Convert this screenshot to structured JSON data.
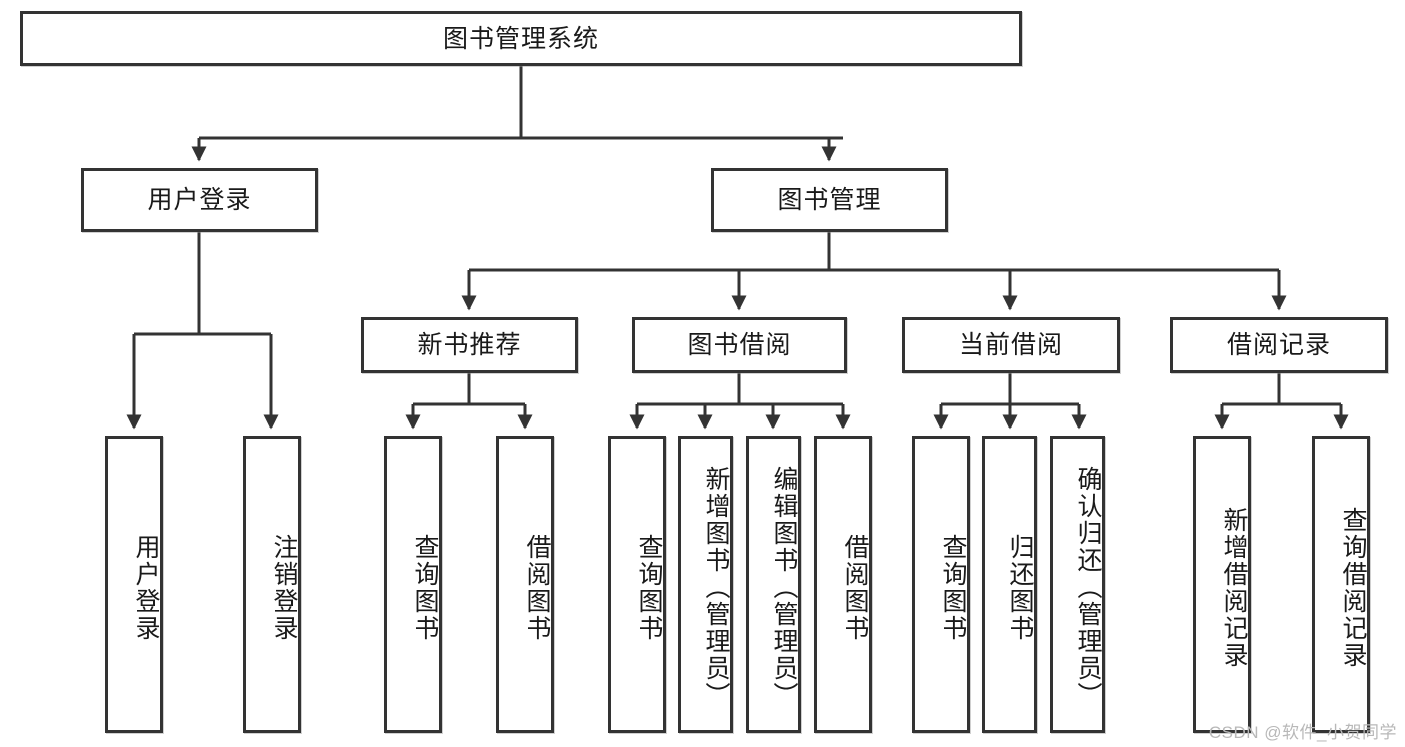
{
  "diagram": {
    "type": "hierarchy-tree",
    "title": "图书管理系统",
    "orientation": "top-down",
    "colors": {
      "box_border": "#333333",
      "box_fill": "#ffffff",
      "connector": "#333333",
      "text": "#1a1a1a",
      "watermark": "#b8b8b8"
    },
    "root": {
      "label": "图书管理系统"
    },
    "level2": [
      {
        "label": "用户登录"
      },
      {
        "label": "图书管理"
      }
    ],
    "level3": [
      {
        "label": "新书推荐"
      },
      {
        "label": "图书借阅"
      },
      {
        "label": "当前借阅"
      },
      {
        "label": "借阅记录"
      }
    ],
    "leaves": {
      "user_login": [
        {
          "label": "用户登录"
        },
        {
          "label": "注销登录"
        }
      ],
      "new_book": [
        {
          "label": "查询图书"
        },
        {
          "label": "借阅图书"
        }
      ],
      "borrow_book": [
        {
          "label": "查询图书"
        },
        {
          "label": "新增图书（管理员）"
        },
        {
          "label": "编辑图书（管理员）"
        },
        {
          "label": "借阅图书"
        }
      ],
      "current_borrow": [
        {
          "label": "查询图书"
        },
        {
          "label": "归还图书"
        },
        {
          "label": "确认归还（管理员）"
        }
      ],
      "borrow_record": [
        {
          "label": "新增借阅记录"
        },
        {
          "label": "查询借阅记录"
        }
      ]
    }
  },
  "watermark": {
    "text": "CSDN @软件_小贺同学"
  }
}
